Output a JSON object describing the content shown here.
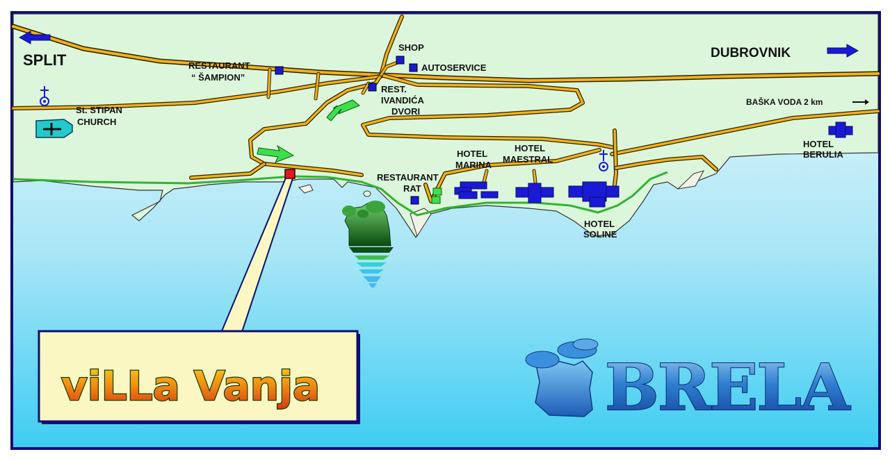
{
  "map": {
    "directions": {
      "west": "SPLIT",
      "east": "DUBROVNIK",
      "baska_voda": "BAŠKA VODA 2 km"
    },
    "places": {
      "shop": "SHOP",
      "autoservice": "AUTOSERVICE",
      "restaurant_sampion_1": "RESTAURANT",
      "restaurant_sampion_2": "“ ŠAMPION”",
      "rest_ivandica_1": "REST.",
      "rest_ivandica_2": "IVANDIĆA",
      "rest_ivandica_3": "DVORI",
      "church_1": "St. STIPAN",
      "church_2": "CHURCH",
      "hotel_marina_1": "HOTEL",
      "hotel_marina_2": "MARINA",
      "hotel_maestral_1": "HOTEL",
      "hotel_maestral_2": "MAESTRAL",
      "restaurant_rat_1": "RESTAURANT",
      "restaurant_rat_2": "RAT",
      "hotel_berulia_1": "HOTEL",
      "hotel_berulia_2": "BERULIA",
      "hotel_soline_1": "HOTEL",
      "hotel_soline_2": "SOLINE"
    },
    "callout": "viLLa Vanja",
    "logo_text": "BRELA",
    "colors": {
      "land": "#dcf6dc",
      "sea_top": "#e6f7fb",
      "sea_bottom": "#4fd4f5",
      "road": "#f2b21c",
      "promenade": "#2fb52f",
      "building": "#1a1ad6",
      "villa_marker": "#e0191e",
      "callout_bg": "#fbf7c2",
      "frame": "#0d0d73",
      "arrow_green": "#3de04a",
      "logo_blue": "#1b5fb8"
    },
    "icons": [
      "arrow-left-icon",
      "arrow-right-icon",
      "church-icon",
      "shop-icon",
      "hotel-icon",
      "tree-icon",
      "arrow-green-icon"
    ]
  }
}
